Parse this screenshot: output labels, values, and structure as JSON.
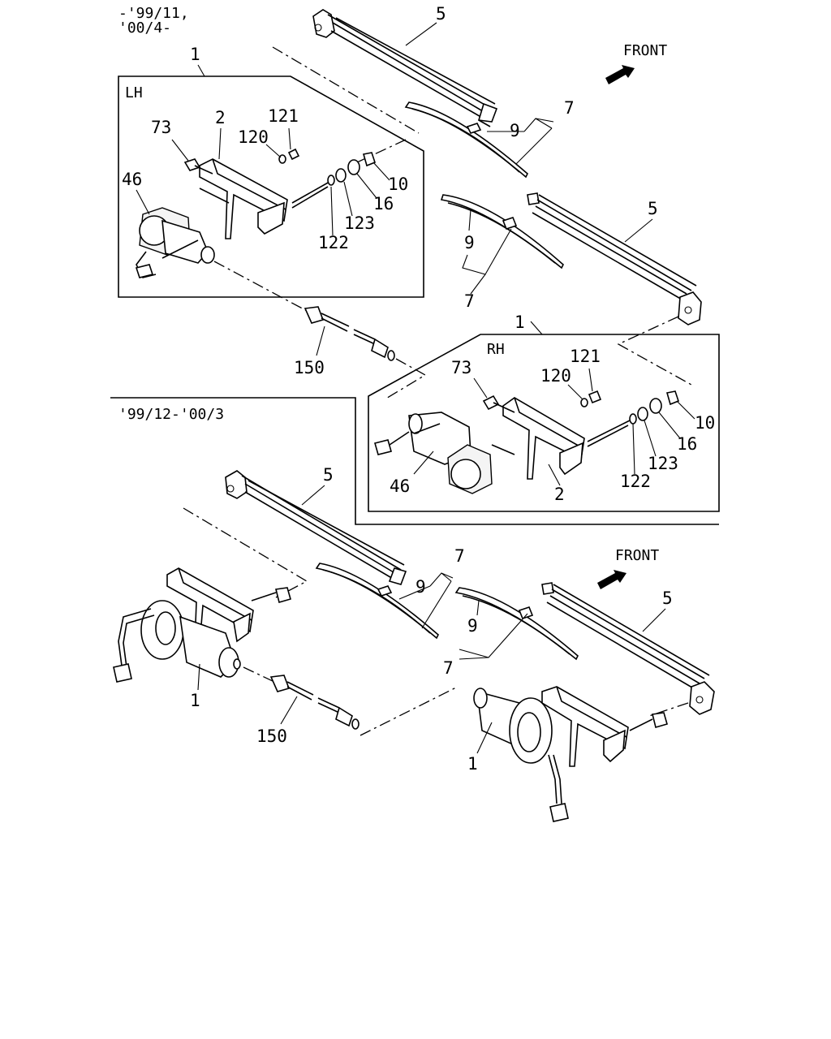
{
  "header": {
    "date_range_top_line1": "-'99/11,",
    "date_range_top_line2": "'00/4-",
    "date_range_bottom": "'99/12-'00/3"
  },
  "direction": {
    "front_top": "FRONT",
    "front_bottom": "FRONT"
  },
  "boxes": {
    "lh": "LH",
    "rh": "RH"
  },
  "callouts": {
    "top": {
      "arm_lh": "5",
      "blade_group_lh": "7",
      "blade_lh": "9",
      "assembly_lh": "1",
      "bolt_lh": "73",
      "bracket_lh": "2",
      "washer_120_lh": "120",
      "nut_121_lh": "121",
      "motor_lh": "46",
      "nut_10_lh": "10",
      "bush_16_lh": "16",
      "washer_123_lh": "123",
      "washer_122_lh": "122",
      "blade_rh": "9",
      "arm_rh": "5",
      "blade_group_rh": "7",
      "assembly_rh": "1",
      "link_150": "150",
      "bolt_rh": "73",
      "nut_121_rh": "121",
      "washer_120_rh": "120",
      "nut_10_rh": "10",
      "bush_16_rh": "16",
      "washer_123_rh": "123",
      "washer_122_rh": "122",
      "motor_rh": "46",
      "bracket_rh": "2"
    },
    "bottom": {
      "arm_lh": "5",
      "blade_group_lh": "7",
      "blade_lh": "9",
      "motor_lh": "1",
      "link_150": "150",
      "arm_rh": "5",
      "blade_rh": "9",
      "blade_group_rh": "7",
      "motor_rh": "1"
    }
  }
}
